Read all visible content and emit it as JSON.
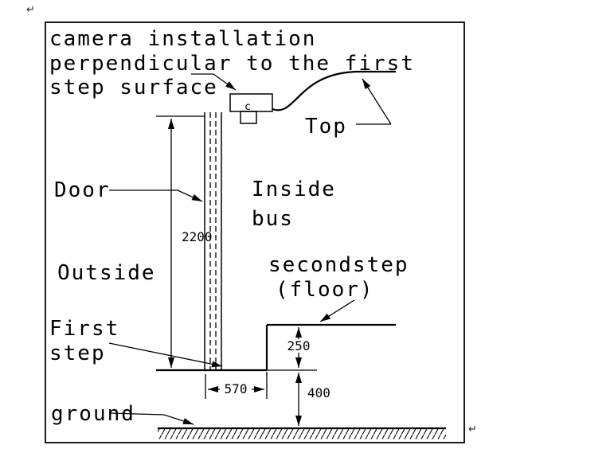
{
  "meta": {
    "return_mark_top": "↵",
    "return_mark_bottom": "↵"
  },
  "labels": {
    "camera_note_line1": "camera installation",
    "camera_note_line2": "perpendicular to the first",
    "camera_note_line3": "step surface",
    "camera_mark": "c",
    "top": "Top",
    "door": "Door",
    "inside_line1": "Inside",
    "inside_line2": "bus",
    "outside": "Outside",
    "second_step_line1": "secondstep",
    "second_step_line2": "(floor)",
    "first_step_line1": "First",
    "first_step_line2": "step",
    "ground": "ground"
  },
  "dimensions": {
    "door_height": "2200",
    "second_step_height": "250",
    "first_step_depth": "570",
    "first_step_height": "400"
  },
  "colors": {
    "line": "#000000",
    "background": "#ffffff"
  }
}
